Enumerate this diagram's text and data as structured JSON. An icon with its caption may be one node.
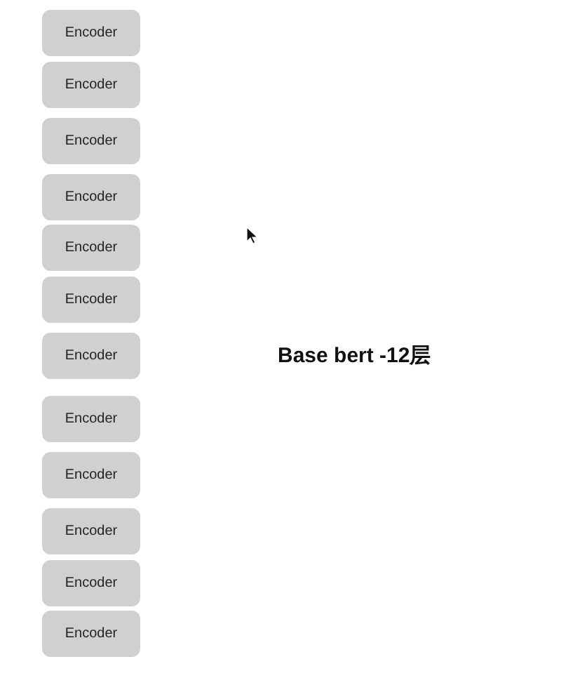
{
  "diagram": {
    "nodes": [
      {
        "text": [
          "Encoder"
        ]
      },
      {
        "text": [
          "Encoder"
        ]
      },
      {
        "text": [
          "Encoder"
        ]
      },
      {
        "text": [
          "Encoder"
        ]
      },
      {
        "text": [
          "Encoder"
        ]
      },
      {
        "text": [
          "Encoder"
        ]
      },
      {
        "text": [
          "Encoder"
        ]
      },
      {
        "text": [
          "Encoder"
        ]
      },
      {
        "text": [
          "Encoder"
        ]
      },
      {
        "text": [
          "Encoder"
        ]
      },
      {
        "text": [
          "Encoder"
        ]
      },
      {
        "text": [
          "Encoder"
        ]
      }
    ],
    "labels": [
      "Base bert -12层"
    ]
  }
}
